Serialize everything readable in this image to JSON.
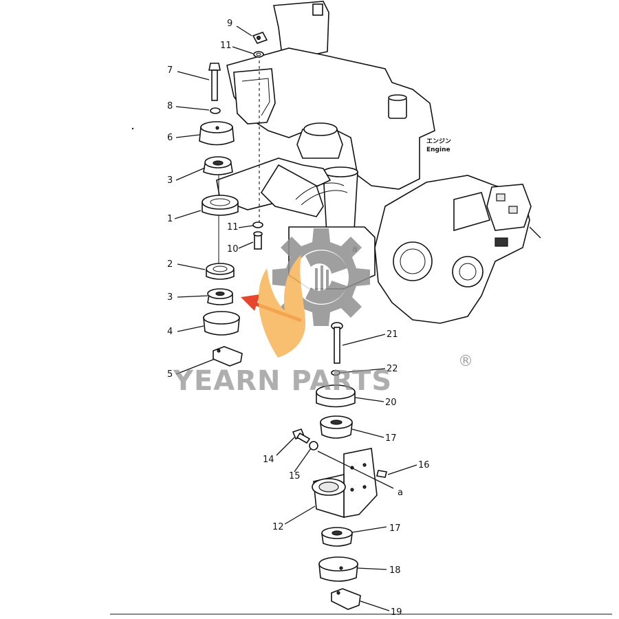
{
  "engine_label": {
    "jp": "エンジン",
    "en": "Engine"
  },
  "ref_labels": {
    "a_upper": "a",
    "a_lower": "a"
  },
  "callouts": [
    {
      "id": "9",
      "text": "9"
    },
    {
      "id": "11a",
      "text": "11"
    },
    {
      "id": "7",
      "text": "7"
    },
    {
      "id": "8",
      "text": "8"
    },
    {
      "id": "6",
      "text": "6"
    },
    {
      "id": "3a",
      "text": "3"
    },
    {
      "id": "1",
      "text": "1"
    },
    {
      "id": "11b",
      "text": "11"
    },
    {
      "id": "10",
      "text": "10"
    },
    {
      "id": "2",
      "text": "2"
    },
    {
      "id": "3b",
      "text": "3"
    },
    {
      "id": "4",
      "text": "4"
    },
    {
      "id": "5",
      "text": "5"
    },
    {
      "id": "21",
      "text": "21"
    },
    {
      "id": "22",
      "text": "22"
    },
    {
      "id": "20",
      "text": "20"
    },
    {
      "id": "17a",
      "text": "17"
    },
    {
      "id": "14",
      "text": "14"
    },
    {
      "id": "15",
      "text": "15"
    },
    {
      "id": "16",
      "text": "16"
    },
    {
      "id": "12",
      "text": "12"
    },
    {
      "id": "17b",
      "text": "17"
    },
    {
      "id": "18",
      "text": "18"
    },
    {
      "id": "19",
      "text": "19"
    }
  ],
  "watermark": {
    "text": "YEARN PARTS",
    "registered": "®"
  },
  "colors": {
    "watermark_gray": "#8f8f8f",
    "watermark_orange": "#f6b556",
    "arrow_red": "#e5462d",
    "line": "#111111"
  }
}
